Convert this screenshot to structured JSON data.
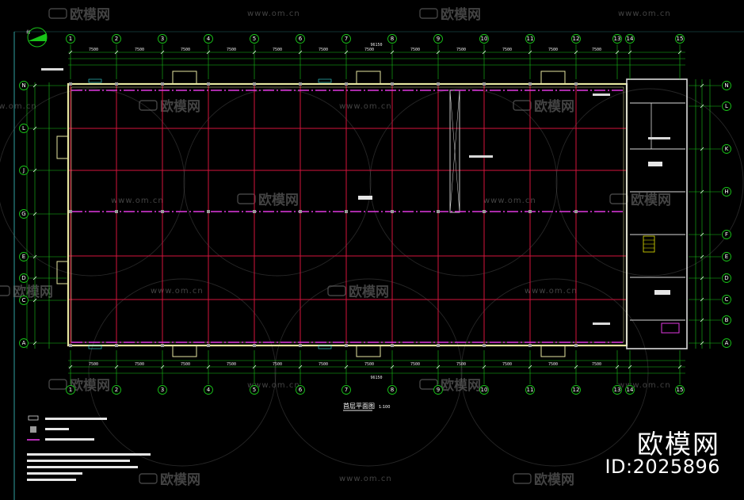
{
  "drawing": {
    "top_axes": [
      "1",
      "2",
      "3",
      "4",
      "5",
      "6",
      "7",
      "8",
      "9",
      "10",
      "11",
      "12",
      "13",
      "14",
      "15"
    ],
    "right_axes": [
      "N",
      "L",
      "K",
      "H",
      "F",
      "E",
      "D",
      "C",
      "B",
      "A"
    ],
    "left_axes": [
      "N",
      "L",
      "J",
      "G",
      "E",
      "D",
      "C",
      "A"
    ],
    "bay_dims": [
      "7500",
      "7500",
      "7500",
      "7500",
      "7500",
      "7500",
      "7500",
      "7500",
      "7500",
      "7500",
      "7500",
      "7500"
    ],
    "total_dim": "96150",
    "title": "首层平面图",
    "scale": "1:100",
    "colors": {
      "background": "#000000",
      "grid": "#d4143c",
      "axis": "#18c418",
      "wall": "#e6e6a0",
      "crane": "#e038e0",
      "cyan": "#36e0e0"
    }
  },
  "brand": {
    "name": "欧模网",
    "id": "ID:2025896"
  },
  "watermarks": {
    "logo": "欧模网",
    "url": "www.om.cn"
  }
}
